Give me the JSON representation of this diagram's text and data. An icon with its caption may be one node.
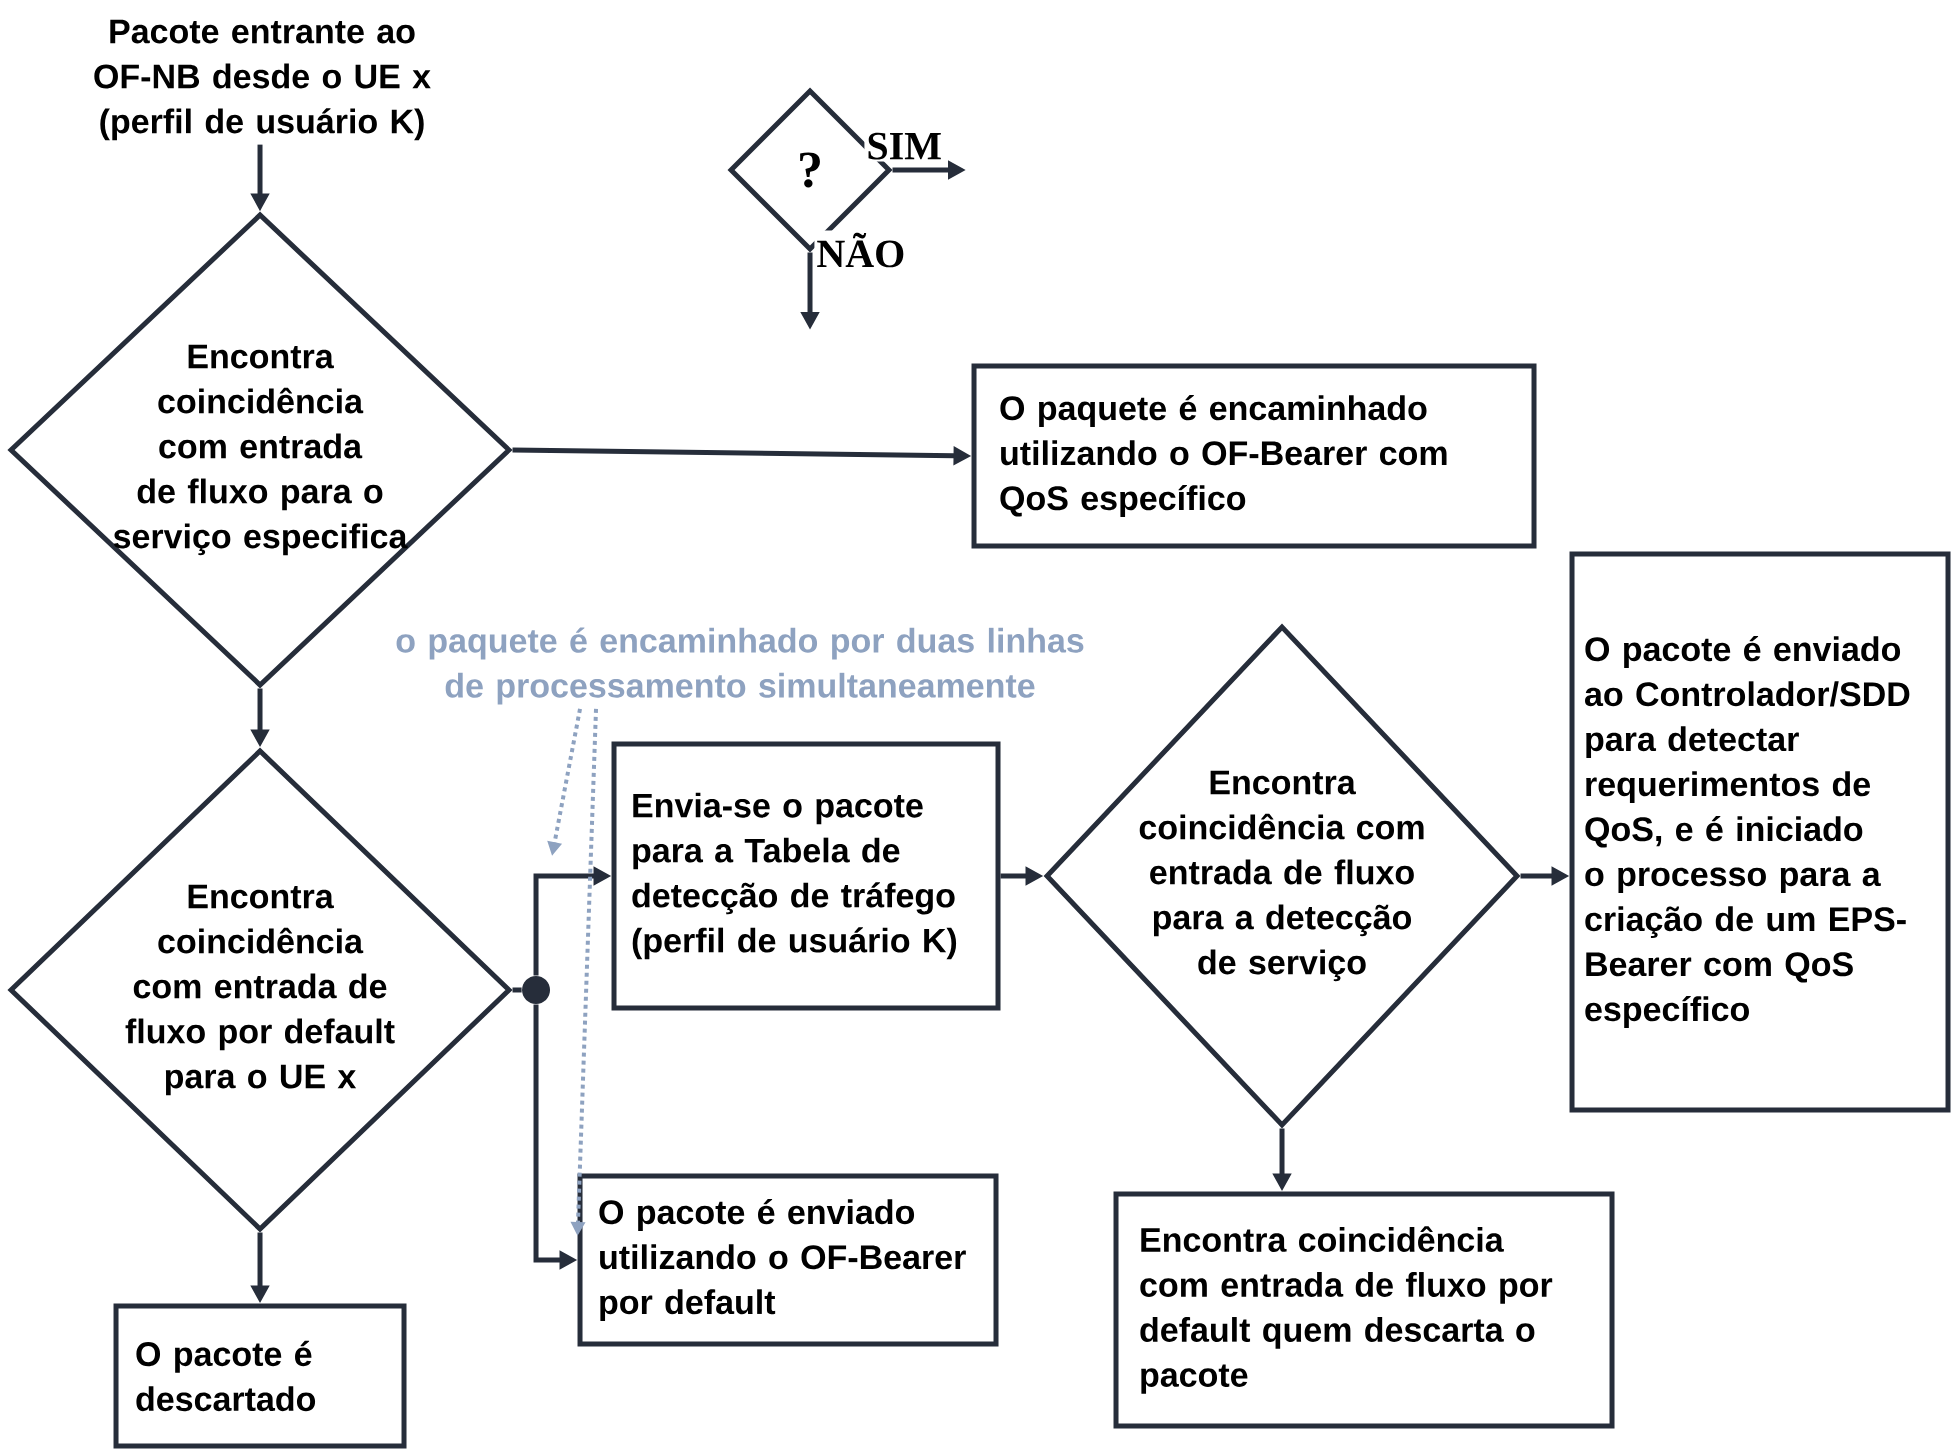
{
  "diagram": {
    "nodes": [
      {
        "text": [
          "Pacote entrante ao OF-NB desde o UE x (perfil de usuário K)"
        ]
      },
      {
        "text": [
          "Encontra coincidência com entrada de fluxo para o serviço especifica"
        ]
      },
      {
        "text": [
          "O paquete é encaminhado utilizando o OF-Bearer com QoS específico"
        ]
      },
      {
        "text": [
          "Encontra coincidência com entrada de fluxo por default para o UE x"
        ]
      },
      {
        "text": [],
        "shape": "circle"
      },
      {
        "text": [
          "Envia-se o pacote para a Tabela de detecção de tráfego (perfil de usuário K)"
        ]
      },
      {
        "text": [
          "O pacote é enviado utilizando o OF-Bearer por default"
        ]
      },
      {
        "text": [
          "O pacote é descartado"
        ]
      },
      {
        "text": [
          "Encontra coincidência com entrada de fluxo para a detecção  de serviço"
        ]
      },
      {
        "text": [
          "O pacote é enviado ao Controlador/SDD para detectar requerimentos de QoS, e é iniciado o processo para a criação de um EPS-Bearer com QoS específico"
        ]
      },
      {
        "text": [
          "Encontra coincidência com entrada de fluxo por default quem descarta o pacote"
        ]
      },
      {
        "text": [
          "o paquete é encaminhado por duas linhas de processamento simultaneamente"
        ]
      },
      {
        "text": [
          "?"
        ]
      }
    ],
    "edges": [
      {
        "from": 0,
        "to": 1,
        "arrow": "to"
      },
      {
        "from": 1,
        "to": 2,
        "arrow": "to"
      },
      {
        "from": 1,
        "to": 3,
        "arrow": "to"
      },
      {
        "from": 3,
        "to": 4,
        "arrow": "none"
      },
      {
        "from": 4,
        "to": 5,
        "arrow": "to"
      },
      {
        "from": 4,
        "to": 6,
        "arrow": "to"
      },
      {
        "from": 3,
        "to": 7,
        "arrow": "to"
      },
      {
        "from": 5,
        "to": 8,
        "arrow": "to"
      },
      {
        "from": 8,
        "to": 9,
        "arrow": "to"
      },
      {
        "from": 8,
        "to": 10,
        "arrow": "to"
      },
      {
        "from": 11,
        "to": null,
        "arrow": "to",
        "style": "dashed",
        "color": "#8ea2c0"
      },
      {
        "from": 11,
        "to": 6,
        "arrow": "to",
        "style": "dashed",
        "color": "#8ea2c0"
      },
      {
        "from": 12,
        "to": null,
        "arrow": "to",
        "label": "SIM"
      },
      {
        "from": 12,
        "to": null,
        "arrow": "to",
        "label": "NÃO"
      }
    ]
  }
}
